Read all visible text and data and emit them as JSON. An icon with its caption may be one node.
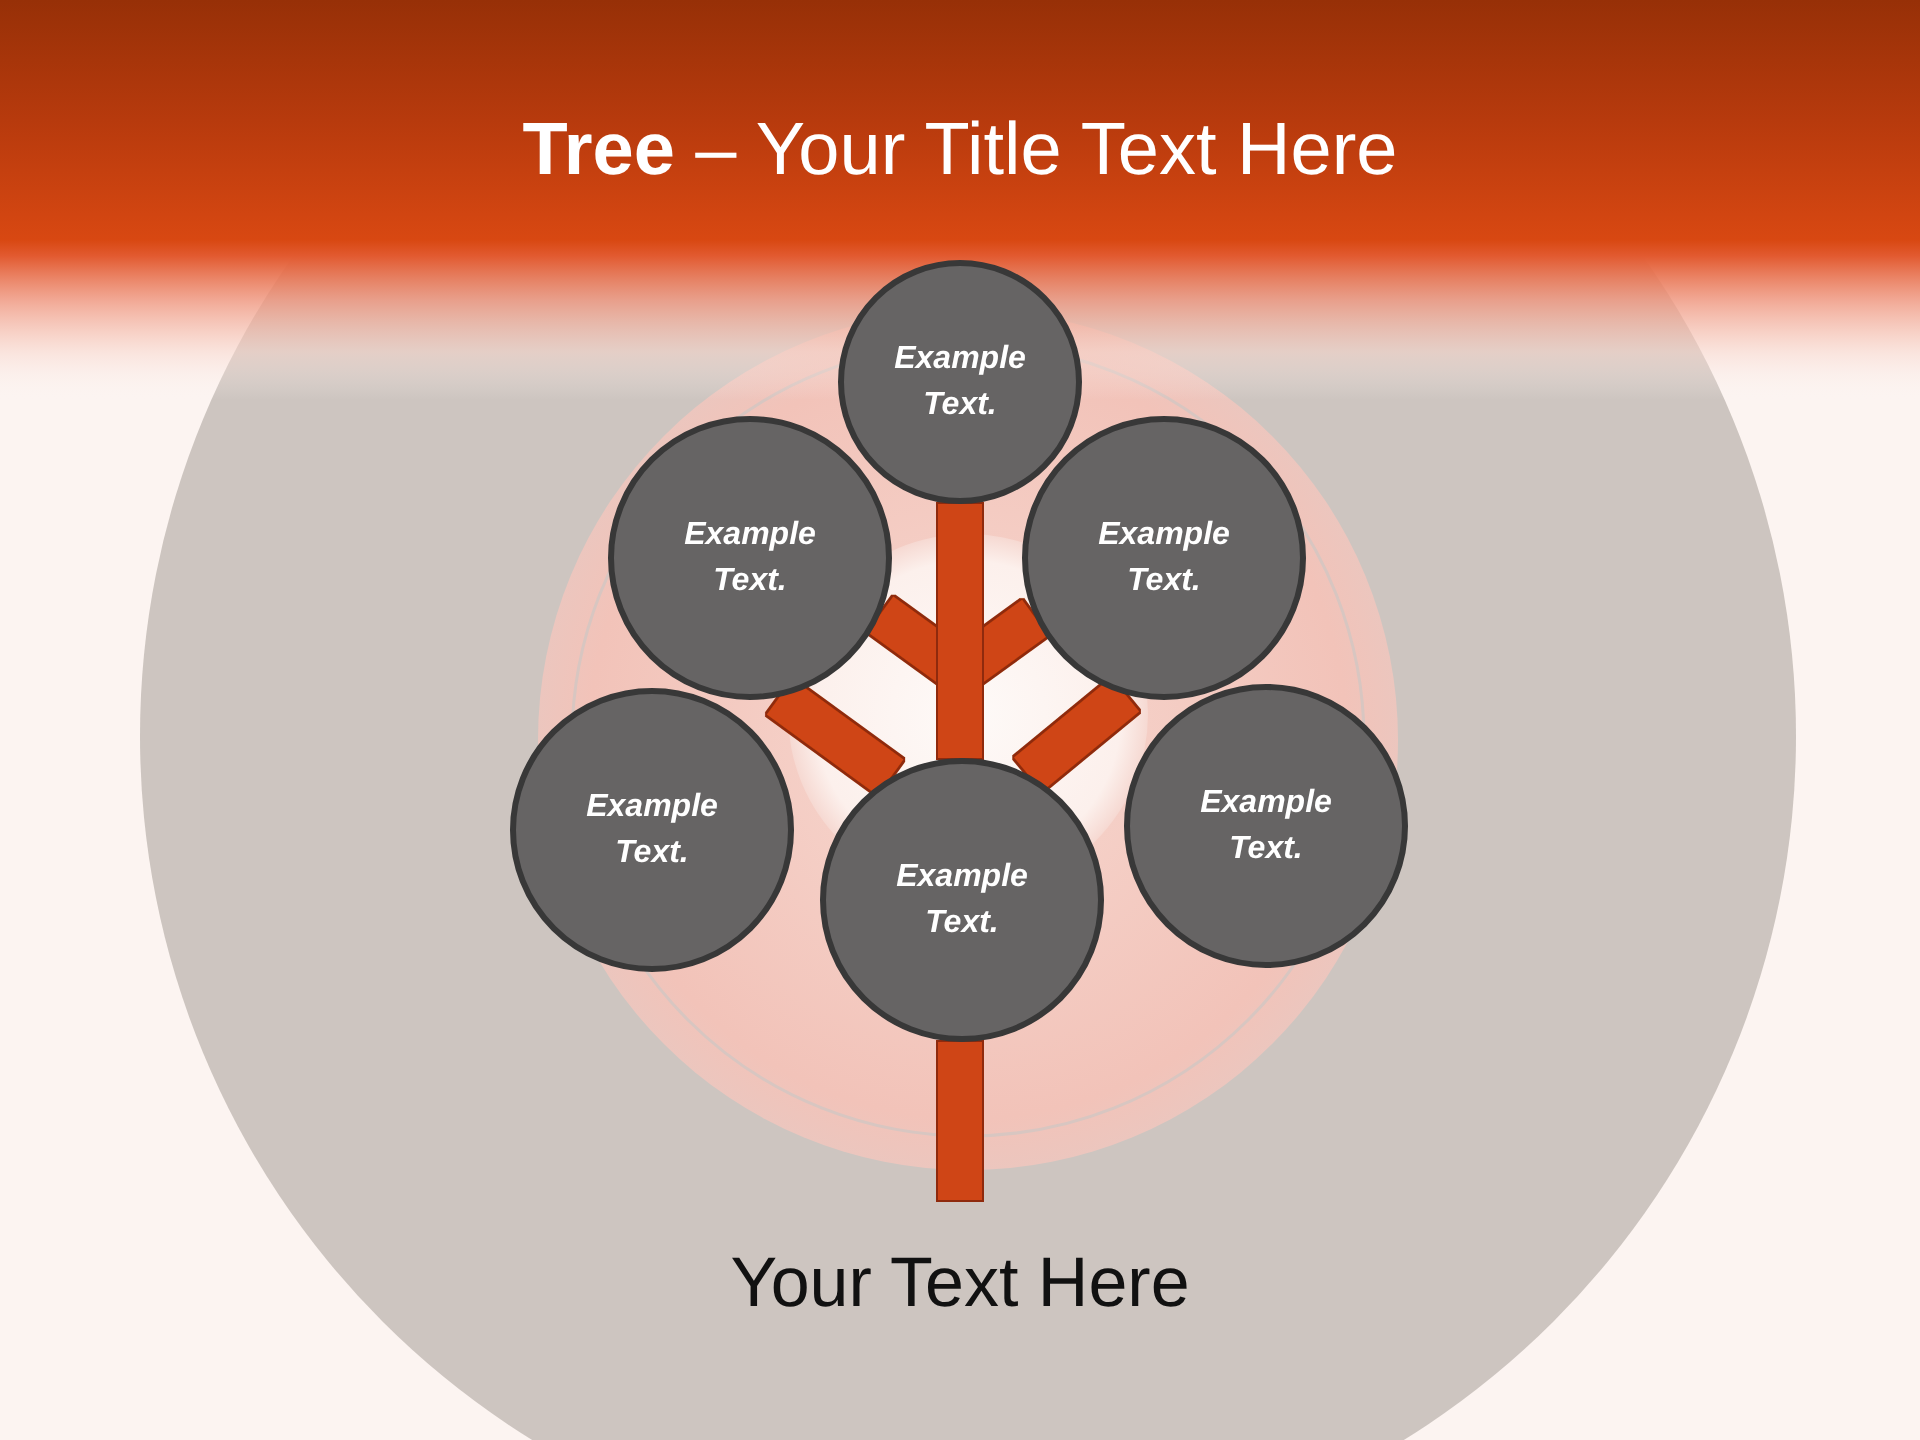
{
  "diagram": {
    "title": "**Tree** – Your Title Text Here",
    "caption": "Your Text Here",
    "nodes": [
      {
        "text": [
          "Example Text."
        ]
      },
      {
        "text": [
          "Example Text."
        ]
      },
      {
        "text": [
          "Example Text."
        ]
      },
      {
        "text": [
          "Example Text."
        ]
      },
      {
        "text": [
          "Example Text."
        ]
      },
      {
        "text": [
          "Example Text."
        ]
      }
    ],
    "edges": [
      {
        "from": 4,
        "to": 0,
        "arrow": "none"
      },
      {
        "from": 4,
        "to": 1,
        "arrow": "none"
      },
      {
        "from": 4,
        "to": 2,
        "arrow": "none"
      },
      {
        "from": null,
        "to": 1,
        "arrow": "none"
      },
      {
        "from": null,
        "to": 2,
        "arrow": "none"
      },
      {
        "from": 4,
        "to": null,
        "arrow": "none"
      }
    ]
  }
}
